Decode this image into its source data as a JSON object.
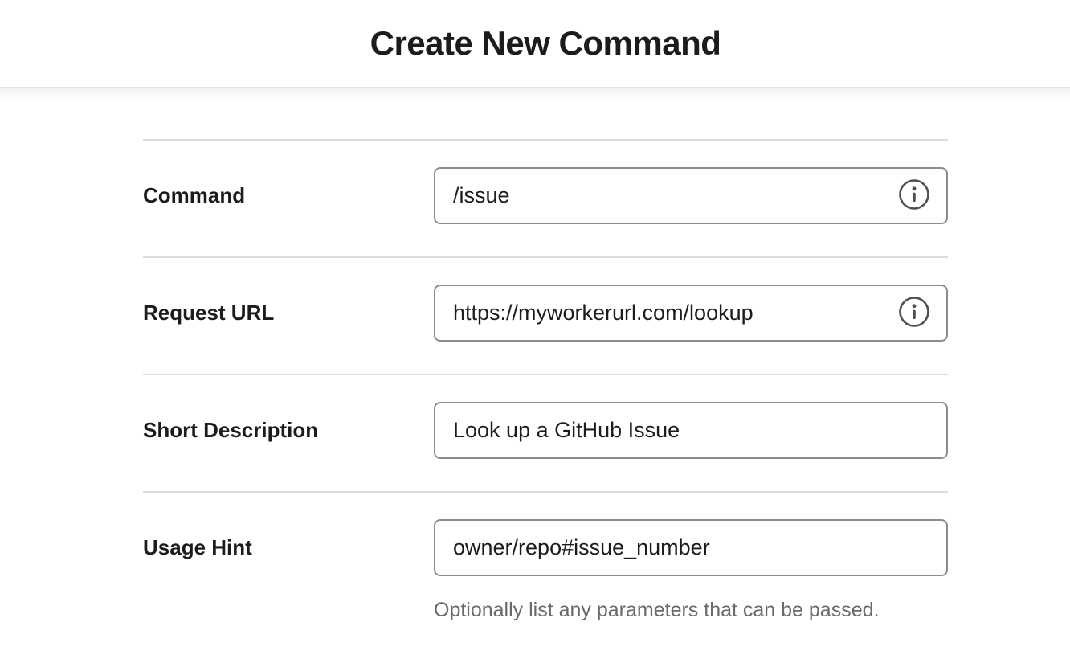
{
  "header": {
    "title": "Create New Command"
  },
  "form": {
    "fields": [
      {
        "label": "Command",
        "value": "/issue",
        "has_info_icon": true
      },
      {
        "label": "Request URL",
        "value": "https://myworkerurl.com/lookup",
        "has_info_icon": true
      },
      {
        "label": "Short Description",
        "value": "Look up a GitHub Issue",
        "has_info_icon": false
      },
      {
        "label": "Usage Hint",
        "value": "owner/repo#issue_number",
        "has_info_icon": false,
        "helper_text": "Optionally list any parameters that can be passed."
      }
    ]
  },
  "icons": {
    "info": "info-icon"
  },
  "colors": {
    "heading_text": "#1d1c1d",
    "input_border": "#8c8c8c",
    "divider": "#dcdcdc",
    "helper_text": "#696969",
    "info_icon": "#4f4f4f",
    "header_border": "#e2e2e2"
  }
}
